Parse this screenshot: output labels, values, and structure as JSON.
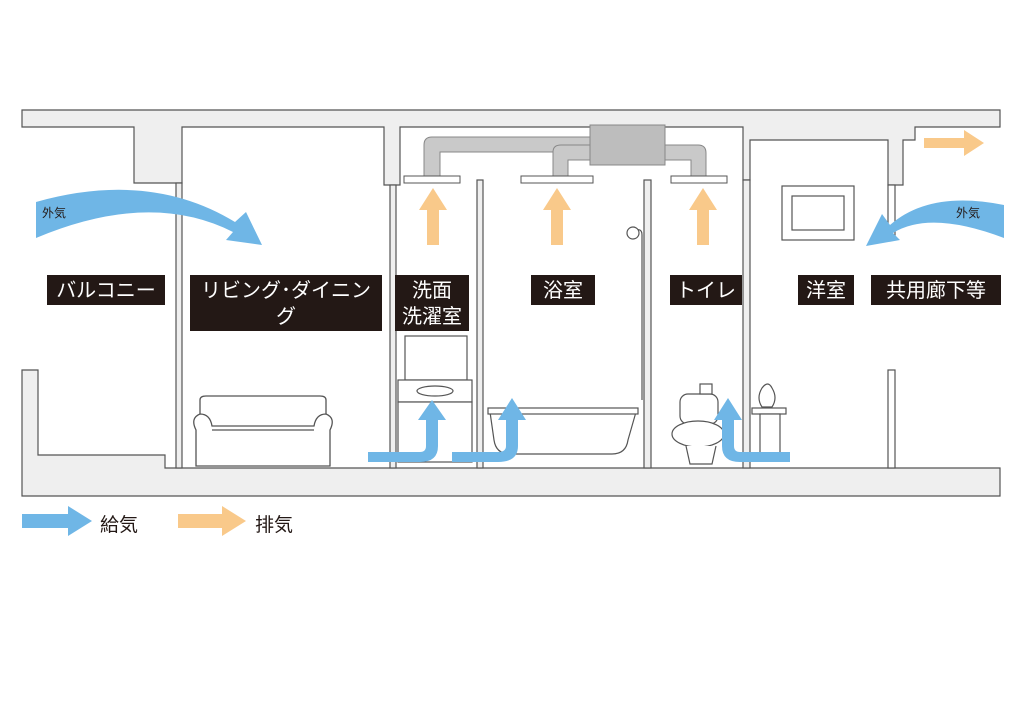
{
  "rooms": {
    "balcony": "バルコニー",
    "living": "リビング･ダイニング",
    "washroom": "洗面\n洗濯室",
    "bathroom": "浴室",
    "toilet": "トイレ",
    "western_room": "洋室",
    "corridor": "共用廊下等"
  },
  "outside_air": {
    "left": "外気",
    "right": "外気"
  },
  "legend": {
    "supply": "給気",
    "exhaust": "排気"
  },
  "colors": {
    "supply": "#6fb6e6",
    "exhaust": "#f9c98a",
    "structure": "#efefef",
    "line": "#555555",
    "duct": "#c9c9c9",
    "label_bg": "#231815"
  }
}
